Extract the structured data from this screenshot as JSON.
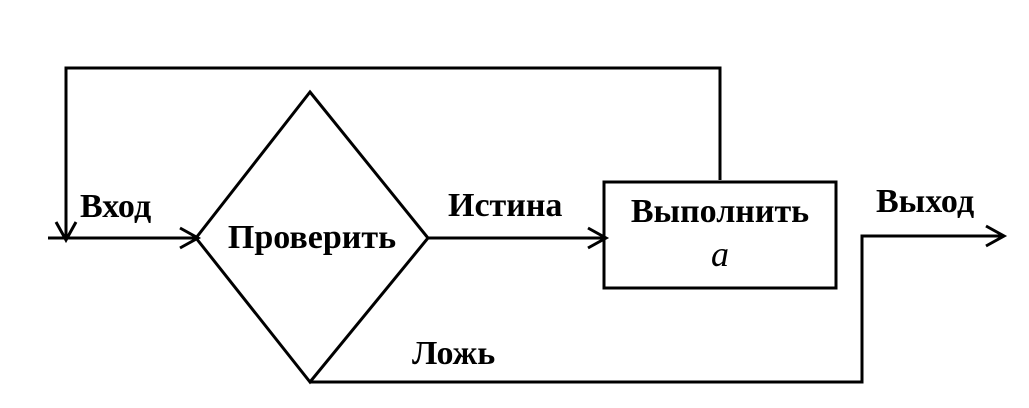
{
  "diagram": {
    "input_label": "Вход",
    "check_label": "Проверить",
    "true_label": "Истина",
    "action_label_line1": "Выполнить",
    "action_label_line2": "a",
    "output_label": "Выход",
    "false_label": "Ложь"
  }
}
